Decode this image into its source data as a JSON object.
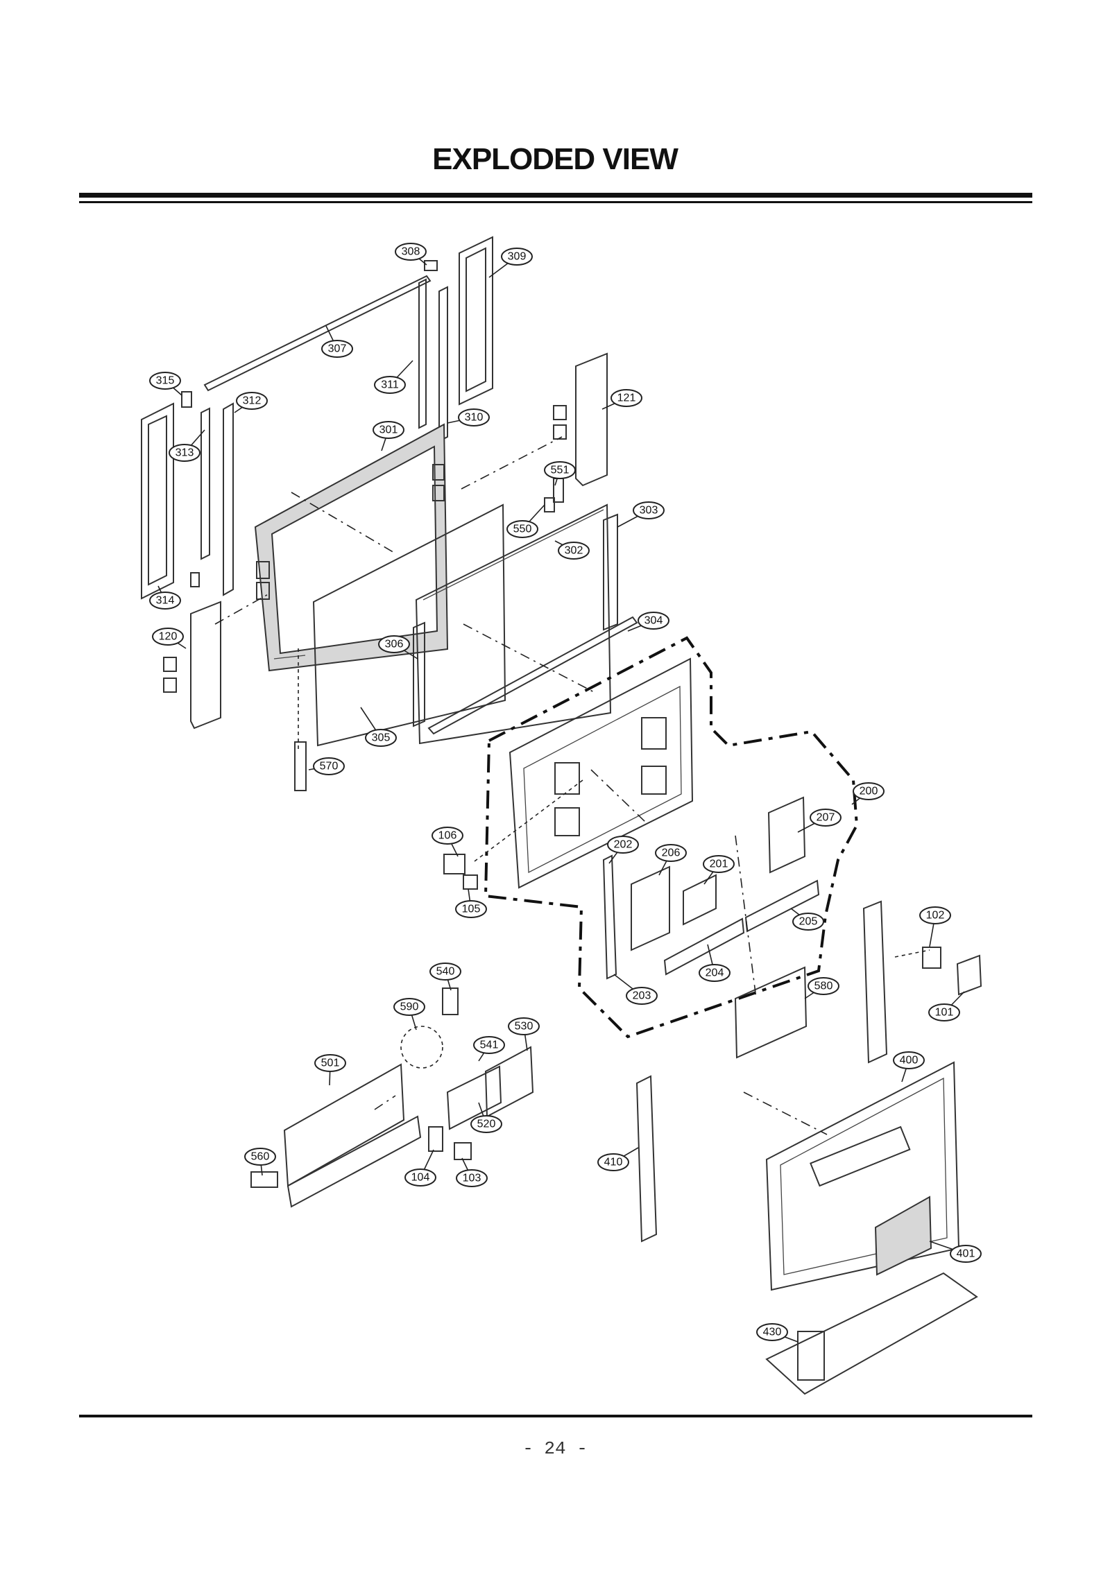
{
  "title": "EXPLODED VIEW",
  "page_number": "- 24 -",
  "callouts": [
    {
      "label": "308"
    },
    {
      "label": "309"
    },
    {
      "label": "307"
    },
    {
      "label": "311"
    },
    {
      "label": "315"
    },
    {
      "label": "312"
    },
    {
      "label": "310"
    },
    {
      "label": "121"
    },
    {
      "label": "301"
    },
    {
      "label": "313"
    },
    {
      "label": "551"
    },
    {
      "label": "303"
    },
    {
      "label": "550"
    },
    {
      "label": "302"
    },
    {
      "label": "314"
    },
    {
      "label": "304"
    },
    {
      "label": "120"
    },
    {
      "label": "306"
    },
    {
      "label": "305"
    },
    {
      "label": "570"
    },
    {
      "label": "200"
    },
    {
      "label": "207"
    },
    {
      "label": "106"
    },
    {
      "label": "202"
    },
    {
      "label": "206"
    },
    {
      "label": "201"
    },
    {
      "label": "105"
    },
    {
      "label": "102"
    },
    {
      "label": "205"
    },
    {
      "label": "204"
    },
    {
      "label": "540"
    },
    {
      "label": "580"
    },
    {
      "label": "203"
    },
    {
      "label": "101"
    },
    {
      "label": "590"
    },
    {
      "label": "530"
    },
    {
      "label": "541"
    },
    {
      "label": "501"
    },
    {
      "label": "400"
    },
    {
      "label": "520"
    },
    {
      "label": "560"
    },
    {
      "label": "410"
    },
    {
      "label": "104"
    },
    {
      "label": "103"
    },
    {
      "label": "401"
    },
    {
      "label": "430"
    }
  ]
}
